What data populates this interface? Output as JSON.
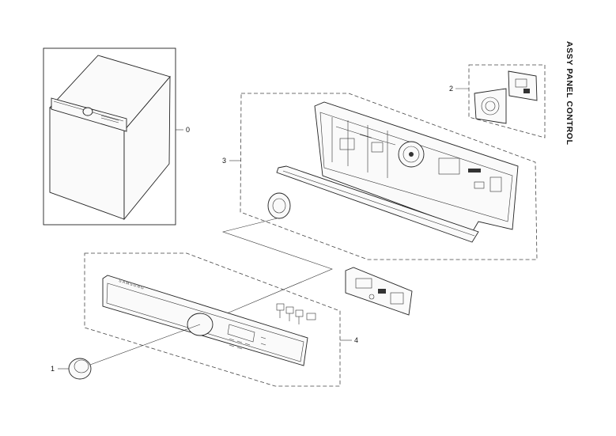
{
  "title": "ASSY PANEL CONTROL",
  "brand_text": "SAMSUNG",
  "callouts": {
    "c0": "0",
    "c1": "1",
    "c2": "2",
    "c3": "3",
    "c4": "4"
  }
}
